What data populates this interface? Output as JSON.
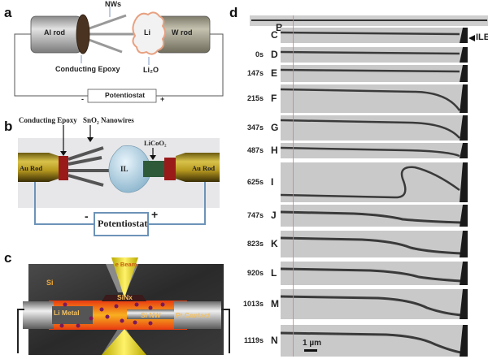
{
  "panels": {
    "a": {
      "label": "a",
      "left_rod": "Al rod",
      "right_rod": "W rod",
      "nanowires": "NWs",
      "li": "Li",
      "epoxy": "Conducting Epoxy",
      "oxide": "Li₂O",
      "potentiostat": "Potentiostat",
      "minus": "-",
      "plus": "+"
    },
    "b": {
      "label": "b",
      "epoxy": "Conducting Epoxy",
      "nanowires": "SnO₂ Nanowires",
      "cathode": "LiCoO₂",
      "electrolyte": "IL",
      "left_rod": "Au Rod",
      "right_rod": "Au Rod",
      "potentiostat": "Potentiostat",
      "minus": "-",
      "plus": "+"
    },
    "c": {
      "label": "c",
      "substrate": "Si",
      "beam": "e Beam",
      "membrane": "SiNx",
      "anode": "Li Metal",
      "nanowire": "Si NW",
      "contact": "Pt Contact"
    },
    "d": {
      "label": "d",
      "ile_label": "ILE",
      "scale_bar": "1 µm",
      "frames": [
        {
          "letter": "B",
          "time": ""
        },
        {
          "letter": "C",
          "time": ""
        },
        {
          "letter": "D",
          "time": "0s"
        },
        {
          "letter": "E",
          "time": "147s"
        },
        {
          "letter": "F",
          "time": "215s"
        },
        {
          "letter": "G",
          "time": "347s"
        },
        {
          "letter": "H",
          "time": "487s"
        },
        {
          "letter": "I",
          "time": "625s"
        },
        {
          "letter": "J",
          "time": "747s"
        },
        {
          "letter": "K",
          "time": "823s"
        },
        {
          "letter": "L",
          "time": "920s"
        },
        {
          "letter": "M",
          "time": "1013s"
        },
        {
          "letter": "N",
          "time": "1119s"
        }
      ]
    }
  }
}
